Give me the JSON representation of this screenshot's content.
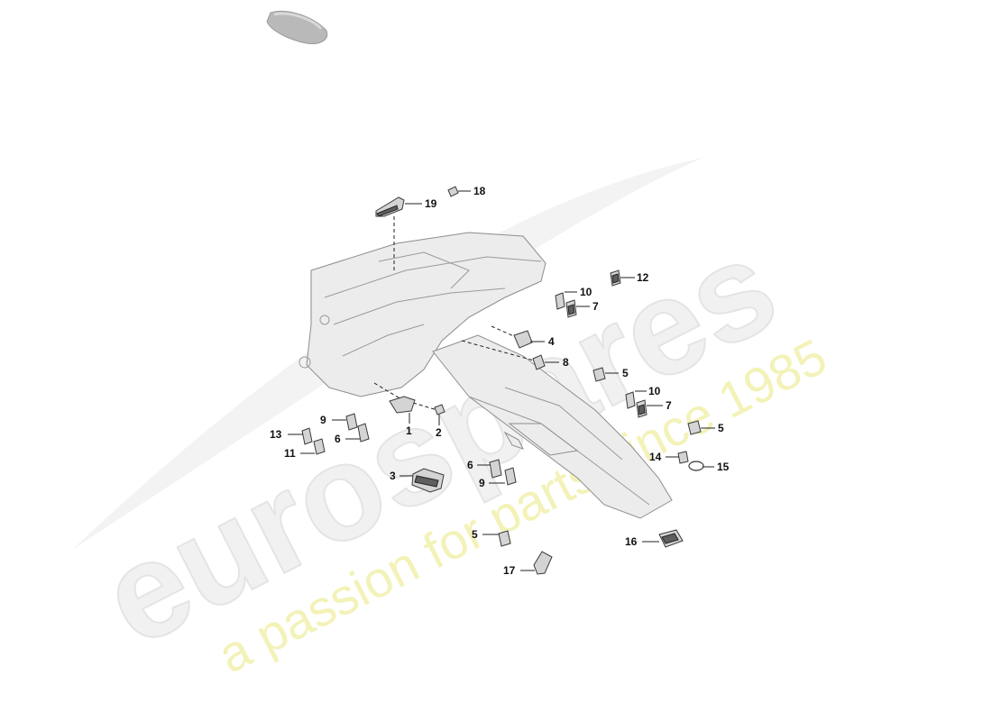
{
  "watermark": {
    "brand": "eurospares",
    "slogan": "a passion for parts since 1985"
  },
  "colors": {
    "background": "#ffffff",
    "part_fill": "#d4d4d4",
    "part_outline": "#3a3a3a",
    "watermark_grey": "#f1f1f1",
    "watermark_yellow": "#f3f2b8"
  },
  "callouts": {
    "c1": "1",
    "c2": "2",
    "c3": "3",
    "c4": "4",
    "c5a": "5",
    "c5b": "5",
    "c5c": "5",
    "c6a": "6",
    "c6b": "6",
    "c7a": "7",
    "c7b": "7",
    "c8": "8",
    "c9a": "9",
    "c9b": "9",
    "c10a": "10",
    "c10b": "10",
    "c11": "11",
    "c12": "12",
    "c13": "13",
    "c14": "14",
    "c15": "15",
    "c16": "16",
    "c17": "17",
    "c18": "18",
    "c19": "19"
  }
}
